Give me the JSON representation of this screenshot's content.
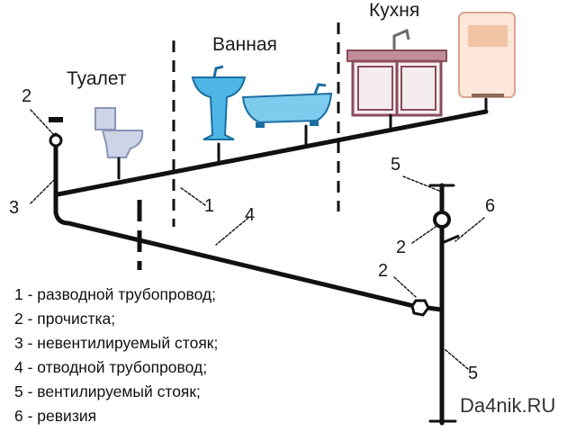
{
  "rooms": {
    "toilet": "Туалет",
    "bathroom": "Ванная",
    "kitchen": "Кухня"
  },
  "callouts": {
    "cleanout_top": "2",
    "unvented_stack": "3",
    "distribution_pipe": "1",
    "drain_pipe": "4",
    "vented_stack_top": "5",
    "revision": "6",
    "cleanout_stack": "2",
    "cleanout_bottom": "2",
    "vented_stack_bottom": "5"
  },
  "legend": [
    "1 - разводной трубопровод;",
    "2 - прочистка;",
    "3 - невентилируемый стояк;",
    "4 - отводной трубопровод;",
    "5 - вентилируемый стояк;",
    "6 - ревизия"
  ],
  "watermark": "Da4nik.RU",
  "colors": {
    "pipe": "#111111",
    "fixture_blue": "#35a8dc",
    "toilet_gray": "#9aa7c2",
    "cabinet": "#b87c8a",
    "heater": "#e8806a"
  }
}
